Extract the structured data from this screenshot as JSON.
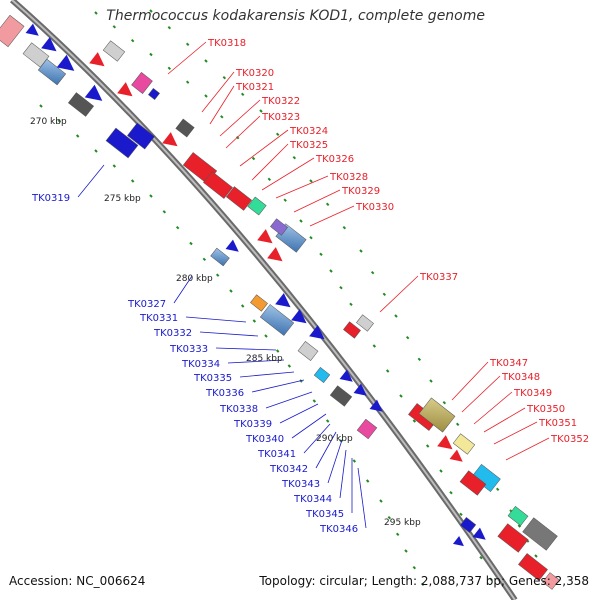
{
  "title": "Thermococcus kodakarensis KOD1, complete genome",
  "accession": "Accession: NC_006624",
  "topology": "Topology: circular; Length: 2,088,737 bp; Genes: 2,358",
  "colors": {
    "forward_label": "#e8202a",
    "reverse_label": "#1a1acc",
    "backbone": "#888888",
    "tick": "#228b22"
  },
  "kbp_ticks": [
    "270 kbp",
    "275 kbp",
    "280 kbp",
    "285 kbp",
    "290 kbp",
    "295 kbp"
  ],
  "forward_genes": [
    "TK0318",
    "TK0320",
    "TK0321",
    "TK0322",
    "TK0323",
    "TK0324",
    "TK0325",
    "TK0326",
    "TK0328",
    "TK0329",
    "TK0330",
    "TK0337",
    "TK0347",
    "TK0348",
    "TK0349",
    "TK0350",
    "TK0351",
    "TK0352"
  ],
  "reverse_genes": [
    "TK0319",
    "TK0327",
    "TK0331",
    "TK0332",
    "TK0333",
    "TK0334",
    "TK0335",
    "TK0336",
    "TK0338",
    "TK0339",
    "TK0340",
    "TK0341",
    "TK0342",
    "TK0343",
    "TK0344",
    "TK0345",
    "TK0346"
  ]
}
